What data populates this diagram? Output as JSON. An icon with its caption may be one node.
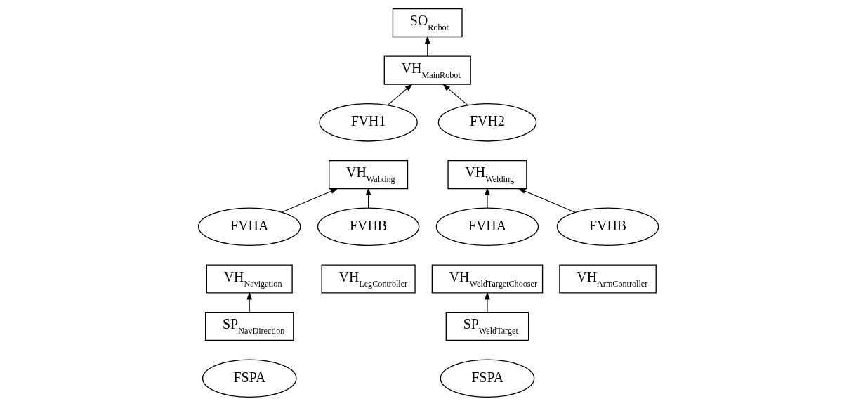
{
  "diagram": {
    "nodes": [
      {
        "text": [
          "SO$_{Robot}$"
        ]
      },
      {
        "text": [
          "VH$_{MainRobot}$"
        ]
      },
      {
        "text": [
          "FVH1"
        ]
      },
      {
        "text": [
          "FVH2"
        ]
      },
      {
        "text": [
          "VH$_{Walking}$"
        ]
      },
      {
        "text": [
          "VH$_{Welding}$"
        ]
      },
      {
        "text": [
          "FVHA"
        ]
      },
      {
        "text": [
          "FVHB"
        ]
      },
      {
        "text": [
          "FVHA"
        ]
      },
      {
        "text": [
          "FVHB"
        ]
      },
      {
        "text": [
          "VH$_{Navigation}$"
        ]
      },
      {
        "text": [
          "VH$_{LegController}$"
        ]
      },
      {
        "text": [
          "VH$_{WeldTargetChooser}$"
        ]
      },
      {
        "text": [
          "VH$_{ArmController}$"
        ]
      },
      {
        "text": [
          "SP$_{NavDirection}$"
        ]
      },
      {
        "text": [
          "SP$_{WeldTarget}$"
        ]
      },
      {
        "text": [
          "FSPA"
        ]
      },
      {
        "text": [
          "FSPA"
        ]
      }
    ],
    "edges": [
      {
        "from": 1,
        "to": 0,
        "arrow": "to"
      },
      {
        "from": 2,
        "to": 1,
        "arrow": "to"
      },
      {
        "from": 3,
        "to": 1,
        "arrow": "to"
      },
      {
        "from": 6,
        "to": 4,
        "arrow": "to"
      },
      {
        "from": 7,
        "to": 4,
        "arrow": "to"
      },
      {
        "from": 8,
        "to": 5,
        "arrow": "to"
      },
      {
        "from": 9,
        "to": 5,
        "arrow": "to"
      },
      {
        "from": 14,
        "to": 10,
        "arrow": "to"
      },
      {
        "from": 15,
        "to": 12,
        "arrow": "to"
      }
    ]
  }
}
